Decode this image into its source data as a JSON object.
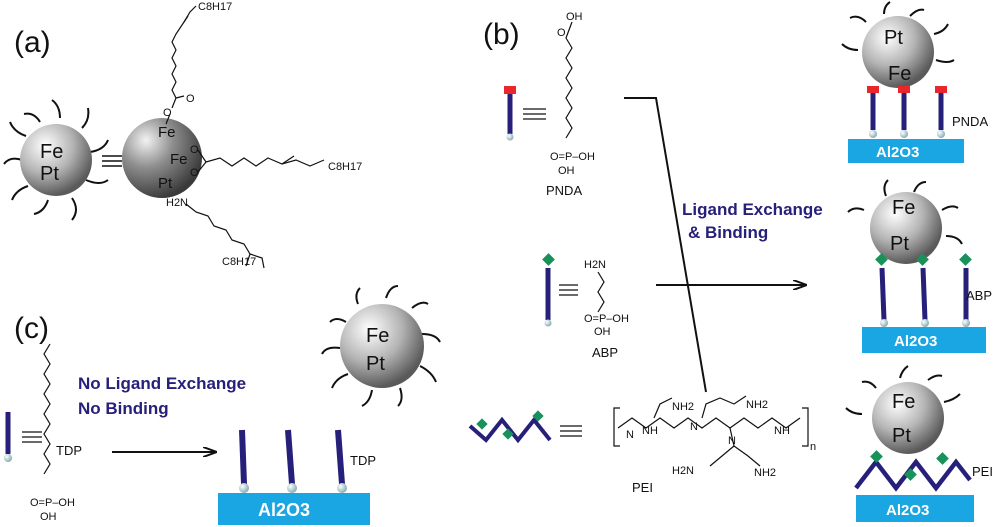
{
  "panels": {
    "a": "(a)",
    "b": "(b)",
    "c": "(c)"
  },
  "nanoparticle": {
    "fe": "Fe",
    "pt": "Pt"
  },
  "ligand_atoms": {
    "fe1": "Fe",
    "fe2": "Fe",
    "pt": "Pt",
    "o": "O",
    "h2n": "H2N",
    "c8h17": "C8H17"
  },
  "molecules": {
    "pnda": "PNDA",
    "abp": "ABP",
    "tdp": "TDP",
    "pei": "PEI",
    "oh": "OH",
    "o_p_oh": "O=P–OH",
    "h2n": "H2N",
    "nh2": "NH2",
    "nh": "NH",
    "n": "N",
    "subscript_n": "n"
  },
  "substrate": "Al2O3",
  "annotations": {
    "exchange_line1": "Ligand Exchange",
    "exchange_line2": "& Binding",
    "no_exchange_line1": "No Ligand Exchange",
    "no_exchange_line2": "No Binding"
  },
  "colors": {
    "linker": "#27207a",
    "pnda_head": "#e8262c",
    "amine_head": "#18915a",
    "substrate": "#1aa6e2",
    "anchor": "#9fc6cf",
    "text_accent": "#27207a"
  }
}
